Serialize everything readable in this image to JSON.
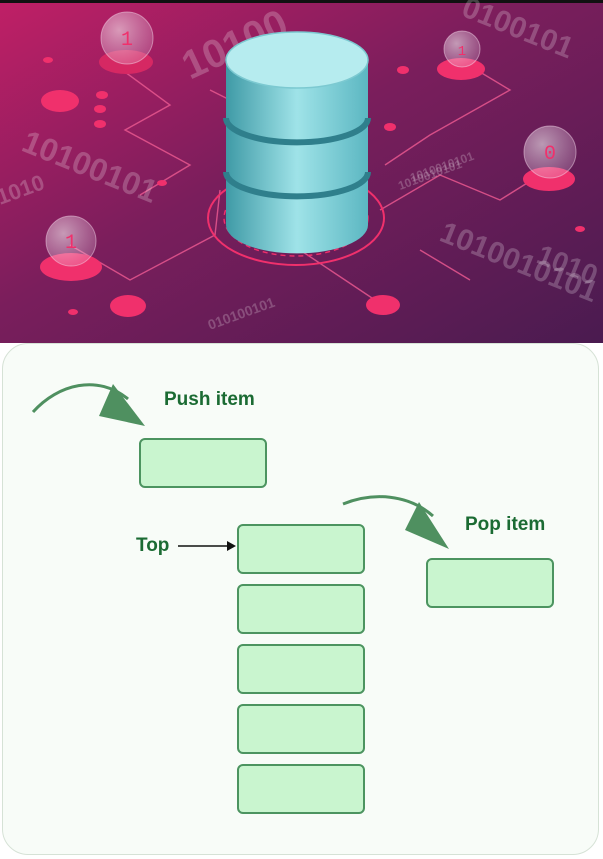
{
  "hero": {
    "side_digits": [
      "1",
      "1",
      "1",
      "0"
    ],
    "binary_strings": [
      "10100",
      "10100101",
      "0100101",
      "1010010101",
      "1010010101",
      "1010010101",
      "1010",
      "1010",
      "010100101"
    ],
    "colors": {
      "bg_dark": "#4d1a52",
      "bg_pink": "#b51f63",
      "accent": "#f0306c",
      "db_cyan": "#8ad7dd"
    }
  },
  "diagram": {
    "push_label": "Push item",
    "top_label": "Top",
    "pop_label": "Pop item",
    "stack_count": 5,
    "colors": {
      "box_fill": "#c9f5cf",
      "box_border": "#4c9460",
      "label": "#1b6b33",
      "arrow": "#4f9060"
    }
  }
}
